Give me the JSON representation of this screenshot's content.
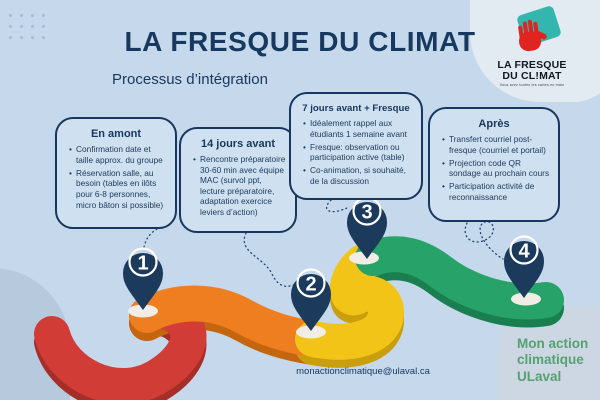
{
  "header": {
    "title": "LA FRESQUE DU CLIMAT",
    "subtitle": "Processus d’intégration"
  },
  "logo": {
    "name_line1": "LA FRESQUE",
    "name_line2": "DU CL!MAT",
    "tagline": "Vous avez toutes les cartes en main"
  },
  "boxes": [
    {
      "title": "En amont",
      "bullets": [
        "Confirmation date et taille approx. du groupe",
        "Réservation salle, au besoin (tables en ilôts pour 6-8 personnes, micro bâton si possible)"
      ]
    },
    {
      "title": "14 jours avant",
      "bullets": [
        "Rencontre préparatoire 30-60 min avec équipe MAC (survol ppt, lecture préparatoire, adaptation exercice leviers d’action)"
      ]
    },
    {
      "title": "7 jours avant + Fresque",
      "bullets": [
        "Idéalement rappel aux étudiants 1 semaine avant",
        "Fresque: observation ou participation active (table)",
        "Co-animation, si souhaité, de la discussion"
      ]
    },
    {
      "title": "Après",
      "bullets": [
        "Transfert courriel post-fresque (courriel et portail)",
        "Projection code QR sondage au prochain cours",
        "Participation activité de reconnaissance"
      ]
    }
  ],
  "steps": [
    {
      "number": "1"
    },
    {
      "number": "2"
    },
    {
      "number": "3"
    },
    {
      "number": "4"
    }
  ],
  "footer": {
    "email": "monactionclimatique@ulaval.ca",
    "signature": "Mon action\nclimatique\nULaval"
  },
  "colors": {
    "background": "#c5d8ec",
    "navy": "#1b3a5c",
    "road_red": "#d23c36",
    "road_orange": "#ee7e1f",
    "road_yellow": "#f2c418",
    "road_green": "#27a268",
    "signature_green": "#55a171",
    "logo_red": "#e0241f",
    "logo_teal": "#33b6ad"
  }
}
